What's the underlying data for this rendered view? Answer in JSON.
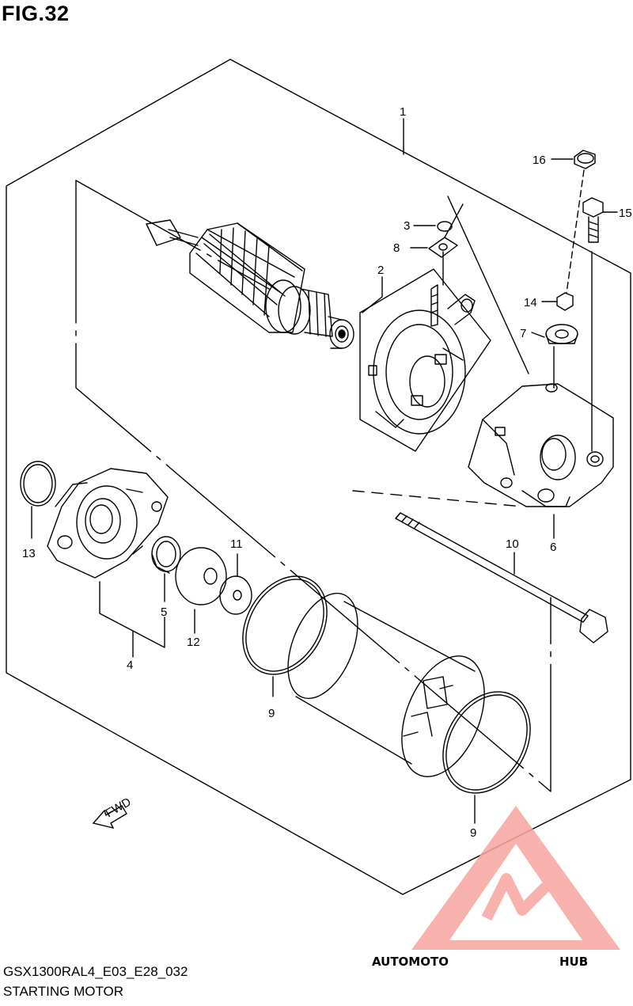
{
  "figure": {
    "title": "FIG.32"
  },
  "footer": {
    "model_code": "GSX1300RAL4_E03_E28_032",
    "section_name": "STARTING MOTOR"
  },
  "fwd_badge": {
    "label": "FWD"
  },
  "callouts": {
    "c1": "1",
    "c2": "2",
    "c3": "3",
    "c4": "4",
    "c5": "5",
    "c6": "6",
    "c7": "7",
    "c8": "8",
    "c9a": "9",
    "c9b": "9",
    "c10": "10",
    "c11": "11",
    "c12": "12",
    "c13": "13",
    "c14": "14",
    "c15": "15",
    "c16": "16"
  },
  "watermark": {
    "part1": "AUTOMOTO",
    "part2": "HUB",
    "color_primary": "#f6a5a0",
    "color_accent": "#f9c77a",
    "color_dark": "#666666"
  }
}
